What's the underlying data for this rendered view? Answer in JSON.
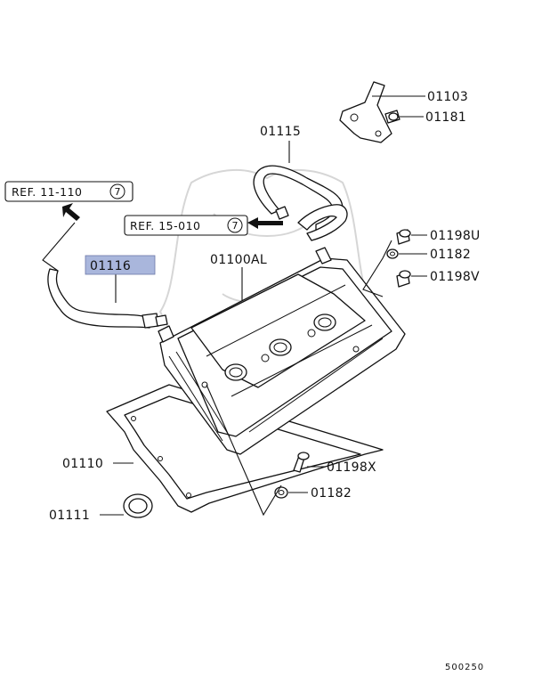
{
  "diagram": {
    "highlight_color": "#a9b6dc",
    "watermark_color": "#d6d6d6",
    "refs": [
      {
        "text": "REF. 11-110",
        "num": "7"
      },
      {
        "text": "REF. 15-010",
        "num": "7"
      }
    ],
    "labels": {
      "p01103": "01103",
      "p01181": "01181",
      "p01115": "01115",
      "p01198u": "01198U",
      "p01182a": "01182",
      "p01198v": "01198V",
      "p01116": "01116",
      "p01100al": "01100AL",
      "p01110": "01110",
      "p01198x": "01198X",
      "p01182b": "01182",
      "p01111": "01111"
    },
    "footer_code": "500250"
  }
}
